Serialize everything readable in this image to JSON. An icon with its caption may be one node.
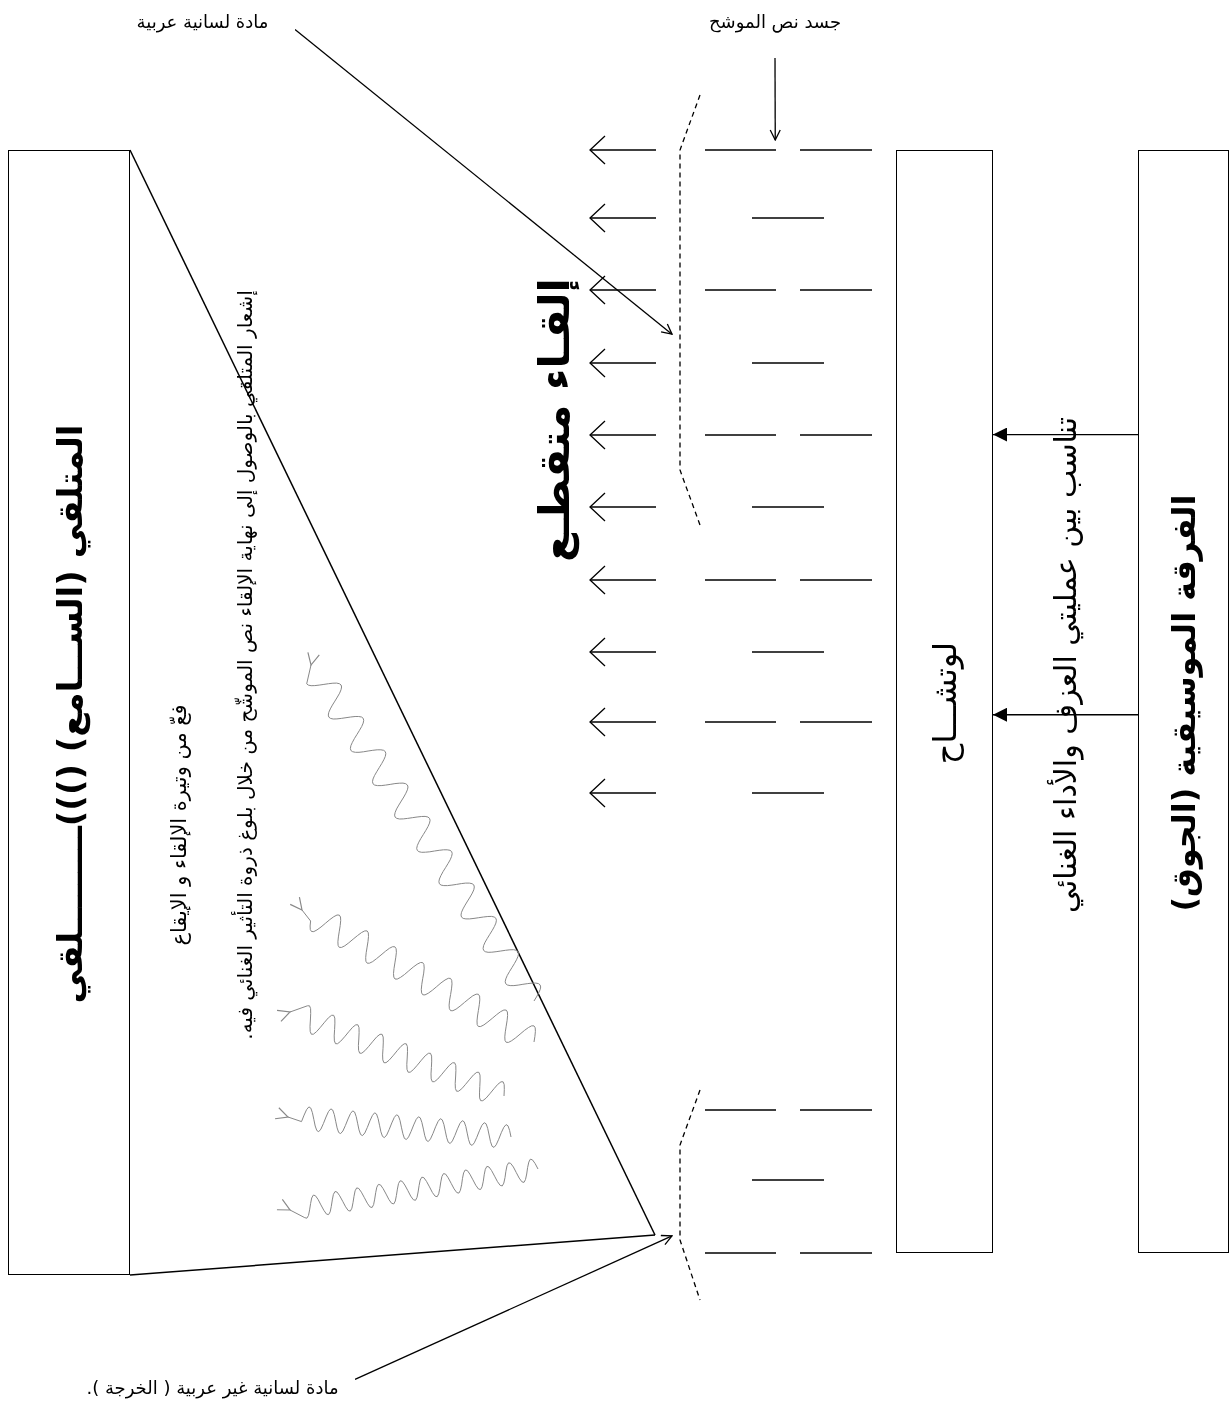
{
  "diagram": {
    "nodes": [
      {
        "text": [
          "المتلقي (الســـامع) ()))ـــــــــلقي"
        ]
      },
      {
        "text": [
          "لوتشـــاح"
        ]
      },
      {
        "text": [
          "الفرقة الموسيقية (الجوق)"
        ]
      },
      {
        "text": [
          "مادة لسانية عربية"
        ]
      },
      {
        "text": [
          "جسد نص الموشح"
        ]
      },
      {
        "text": [
          "مادة لسانية غير عربية ( الخرجة )."
        ]
      },
      {
        "text": [],
        "shape": "line"
      },
      {
        "text": [],
        "shape": "line"
      },
      {
        "text": [],
        "shape": "lines"
      }
    ],
    "edges": [
      {
        "from": 2,
        "to": 1,
        "arrow": "to"
      },
      {
        "from": 2,
        "to": 1,
        "arrow": "to"
      },
      {
        "from": 3,
        "to": 6,
        "arrow": "to"
      },
      {
        "from": 4,
        "to": 8,
        "arrow": "to"
      },
      {
        "from": 5,
        "to": 7,
        "arrow": "to"
      }
    ],
    "labels": [
      "تناسب بين عمليتي العزف والأداء الغنائي",
      "إلقـاء متقطـع",
      "فعّ من وتيرة الإلقاء و الإيقاع",
      "إشعار المتلقي بالوصول إلى نهاية الإلقاء نص الموشّح من خلال بلوغ ذروة التأثير الغنائي فيه."
    ]
  }
}
